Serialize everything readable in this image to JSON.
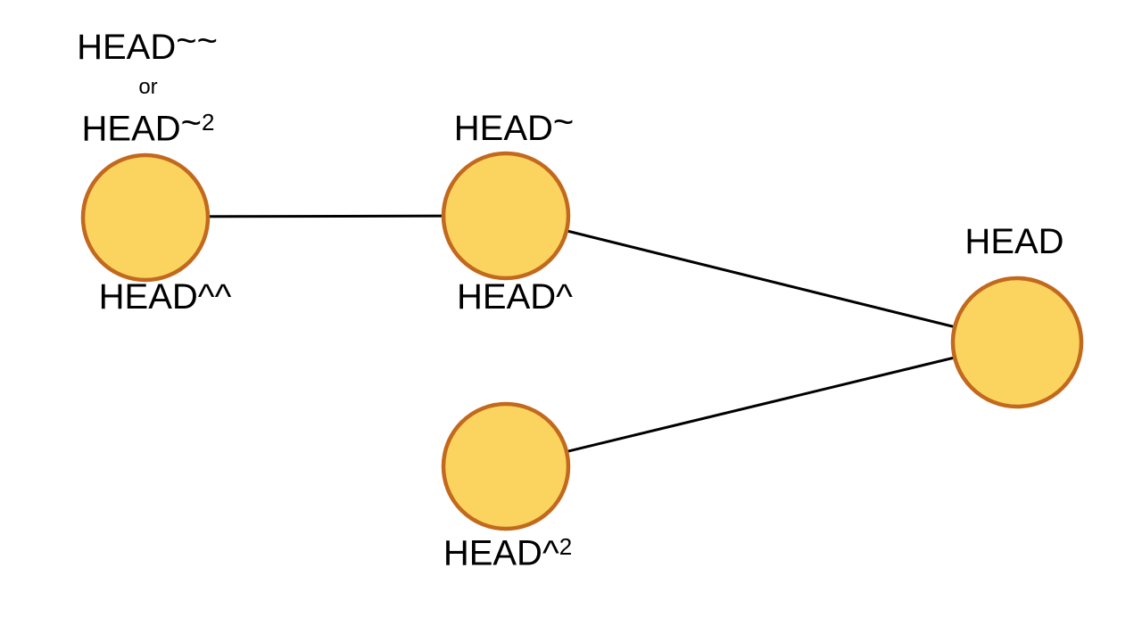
{
  "colors": {
    "background": "#FFFFFF",
    "node_fill": "#FBD45F",
    "node_stroke": "#C2691E",
    "edge": "#000000",
    "text": "#000000"
  },
  "labels": {
    "grandparent_alt1": {
      "base": "HEAD",
      "tilde": "~~"
    },
    "grandparent_or": "or",
    "grandparent_alt2": {
      "base": "HEAD",
      "tilde": "~",
      "sup": "2"
    },
    "grandparent_below": "HEAD^^",
    "first_parent_above": {
      "base": "HEAD",
      "tilde": "~"
    },
    "first_parent_below": "HEAD^",
    "second_parent_below": {
      "base": "HEAD^",
      "sup": "2"
    },
    "head_above": "HEAD"
  }
}
